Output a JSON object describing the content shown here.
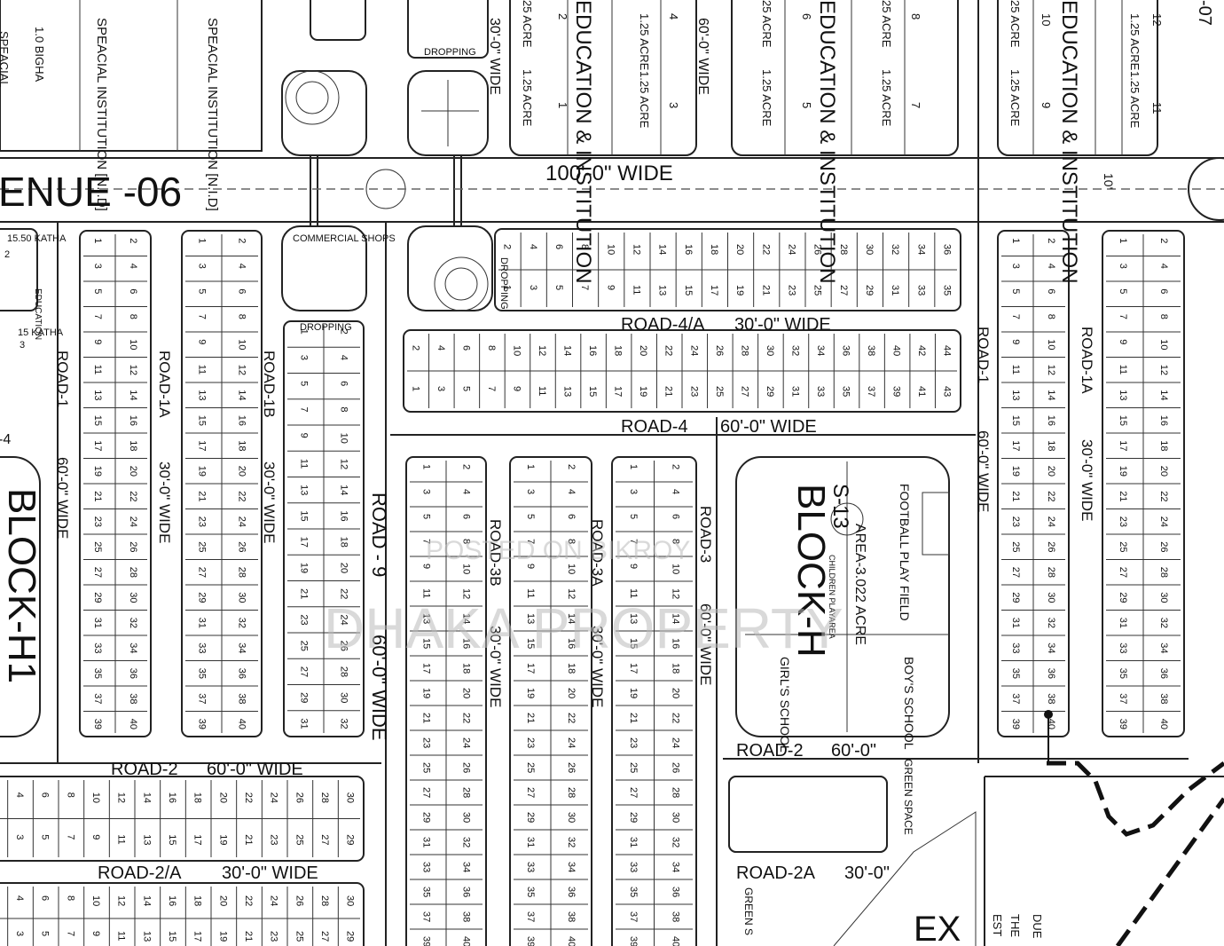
{
  "roads": {
    "avenue": "ENUE -06",
    "avenue_width": "100'-0\" WIDE",
    "road4a": "ROAD-4/A",
    "road4a_width": "30'-0\" WIDE",
    "road4": "ROAD-4",
    "road4_width": "60'-0\" WIDE",
    "road2_left": "ROAD-2",
    "road2_left_width": "60'-0\" WIDE",
    "road2a_left": "ROAD-2/A",
    "road2a_left_width": "30'-0\" WIDE",
    "road2_right": "ROAD-2",
    "road2_right_width": "60'-0\"",
    "road2a_right": "ROAD-2A",
    "road2a_right_width": "30'-0\"",
    "road9": "ROAD - 9",
    "road9_width": "60'-0\" WIDE",
    "road1_left": "ROAD-1",
    "road1_left_width": "60'-0\" WIDE",
    "road1a_left": "ROAD-1A",
    "road1a_left_width": "30'-0\" WIDE",
    "road1b": "ROAD-1B",
    "road1b_width": "30'-0\" WIDE",
    "road3b": "ROAD-3B",
    "road3b_width": "30'-0\" WIDE",
    "road3a": "ROAD-3A",
    "road3a_width": "30'-0\" WIDE",
    "road3": "ROAD-3",
    "road3_width": "60'-0\" WIDE",
    "road1_right": "ROAD-1",
    "road1_right_width": "60'-0\" WIDE",
    "road1a_right": "ROAD-1A",
    "road1a_right_width": "30'-0\" WIDE",
    "top_vertical_width": "60'-0\" WIDE",
    "top_vertical_width2": "30'-0\" WIDE",
    "far_right_top": "-07",
    "far_right_width": "10'"
  },
  "institutions": {
    "special_1": "SPEACIAL INSTITUTION [N.I.D]",
    "special_2": "SPEACIAL INSTITUTION [N.I.D]",
    "special_3": "SPEACIAL",
    "bigha": "1.0 BIGHA",
    "edu_a": "EDUCATION & INSTITUTION",
    "edu_b": "EDUCATION & INSTITUTION",
    "edu_c": "EDUCATION & INSTITUTION",
    "acre": "1.25 ACRE",
    "acre_cut": "25 ACRE",
    "edu_a_plots": [
      "4",
      "3",
      "2",
      "1"
    ],
    "edu_b_plots": [
      "8",
      "7",
      "6",
      "5"
    ],
    "edu_c_plots": [
      "12",
      "11",
      "10",
      "9"
    ]
  },
  "left_edge": {
    "plot2_size": "15.50 KATHA",
    "plot2_no": "2",
    "plot2_text": "EDUCATION",
    "plot3_size": "15 KATHA",
    "plot3_no": "3",
    "block_no": "-4"
  },
  "block_h": {
    "name": "BLOCK-H",
    "sector": "S-13",
    "area": "AREA-3.022 ACRE",
    "football": "FOOTBALL PLAY FIELD",
    "children": "CHILDREN PLAYAREA",
    "girls": "GIRL'S SCHOOL",
    "boys": "BOY'S SCHOOL"
  },
  "block_h1": "BLOCK-H1",
  "green_space": "GREEN SPACE",
  "green_cut": "GREEN S",
  "bottom_right": {
    "ex": "EX",
    "the": "THE",
    "est": "EST",
    "due": "DUE"
  },
  "dropping": "DROPPING",
  "commercial": "COMMERCIAL SHOPS",
  "watermark": {
    "line1": "POSTED ON BIKROY",
    "line2": "DHAKA PROPERTY"
  }
}
